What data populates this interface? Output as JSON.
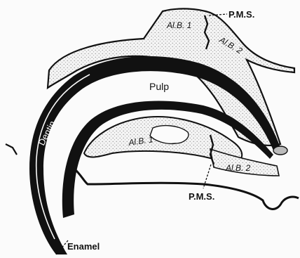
{
  "labels": {
    "pms_top": "P.M.S.",
    "pms_bottom": "P.M.S.",
    "alb1_top": "Al.B. 1",
    "alb2_top": "Al.B. 2",
    "alb1_inner": "Al.B. 1",
    "alb2_inner": "Al.B. 2",
    "pulp": "Pulp",
    "dentin": "Dentin",
    "enamel": "Enamel"
  },
  "colors": {
    "ink": "#111111",
    "stipple": "#cfcfcf",
    "background": "#fbfbfb"
  }
}
